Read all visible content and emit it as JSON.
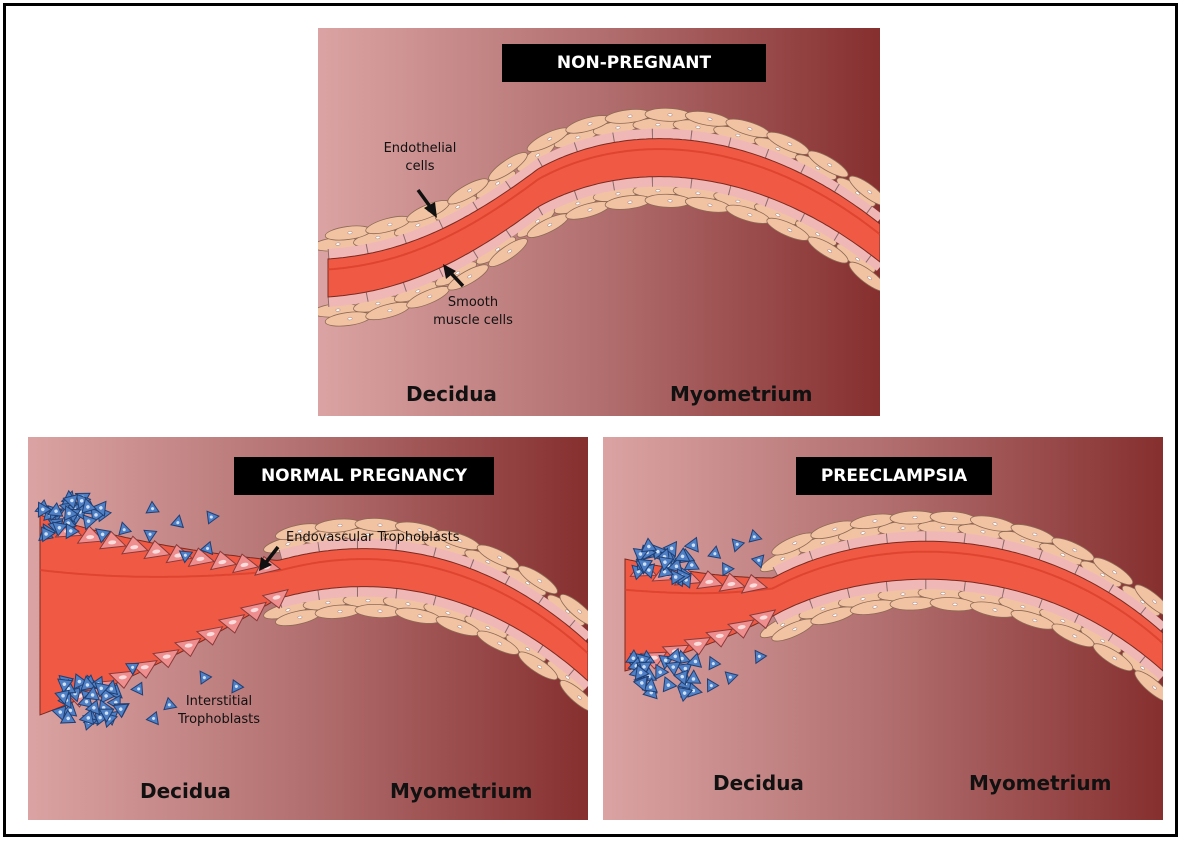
{
  "colors": {
    "panel_left_tone": "#d9a0a0",
    "panel_right_tone": "#852e2e",
    "lumen": "#f05a44",
    "smooth_muscle": "#f2c3a2",
    "endothelium": "#f0b7b7",
    "trophoblast": "#4f7fc4"
  },
  "panels": {
    "non_pregnant": {
      "title": "NON-PREGNANT",
      "decidua": "Decidua",
      "myometrium": "Myometrium",
      "endothelial_label_line1": "Endothelial",
      "endothelial_label_line2": "cells",
      "smooth_label_line1": "Smooth",
      "smooth_label_line2": "muscle cells"
    },
    "normal_pregnancy": {
      "title": "NORMAL PREGNANCY",
      "decidua": "Decidua",
      "myometrium": "Myometrium",
      "endovascular_label": "Endovascular Trophoblasts",
      "interstitial_label_line1": "Interstitial",
      "interstitial_label_line2": "Trophoblasts"
    },
    "preeclampsia": {
      "title": "PREECLAMPSIA",
      "decidua": "Decidua",
      "myometrium": "Myometrium"
    }
  },
  "icons": [
    "arrow-icon",
    "trophoblast-cell-icon",
    "smooth-muscle-cell-icon",
    "endothelial-cell-icon"
  ]
}
